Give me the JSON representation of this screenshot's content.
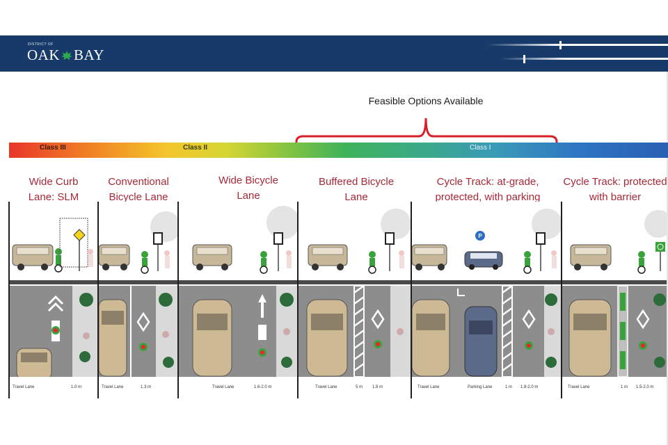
{
  "header": {
    "org_small": "DISTRICT OF",
    "org_left": "OAK",
    "org_right": "BAY",
    "colors": {
      "bar": "#173a6a",
      "leaf": "#2fa84f"
    }
  },
  "annotation": {
    "feasible": "Feasible Options Available",
    "bracket_color": "#d91f26"
  },
  "spectrum": {
    "class_iii": "Class III",
    "class_ii": "Class II",
    "class_i": "Class I"
  },
  "columns": [
    {
      "title_line1": "Wide Curb",
      "title_line2": "Lane: SLM",
      "dims": [
        "Travel Lane",
        "1.0 m"
      ]
    },
    {
      "title_line1": "Conventional",
      "title_line2": "Bicycle Lane",
      "dims": [
        "Travel Lane",
        "1.3 m"
      ]
    },
    {
      "title_line1": "Wide Bicycle",
      "title_line2": "Lane",
      "dims": [
        "Travel Lane",
        "1.6-2.0 m"
      ]
    },
    {
      "title_line1": "Buffered Bicycle",
      "title_line2": "Lane",
      "dims": [
        "Travel Lane",
        "5 m",
        "1.8 m"
      ]
    },
    {
      "title_line1": "Cycle Track: at-grade,",
      "title_line2": "protected, with parking",
      "dims": [
        "Travel Lane",
        "Parking Lane",
        "1 m",
        "1.8-2.0 m"
      ]
    },
    {
      "title_line1": "Cycle Track: protected",
      "title_line2": "with barrier",
      "dims": [
        "Travel Lane",
        "1 m",
        "1.5-2.0 m"
      ]
    }
  ],
  "icons": {
    "parking": "P",
    "sign": "bike-lane-diamond-sign"
  }
}
